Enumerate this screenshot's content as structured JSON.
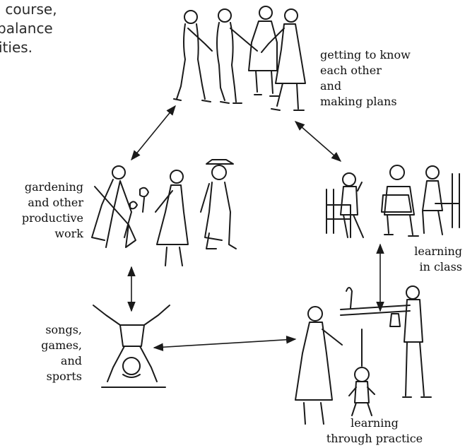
{
  "intro_text": [
    "he course,",
    "balance",
    "ities."
  ],
  "nodes": {
    "getting_to_know": [
      "getting to know",
      "each other",
      "and",
      "making plans"
    ],
    "gardening": [
      "gardening",
      "and other",
      "productive",
      "work"
    ],
    "learning_in_class": [
      "learning",
      "in class"
    ],
    "songs": [
      "songs,",
      "games,",
      "and",
      "sports"
    ],
    "learning_practice": [
      "learning",
      "through practice"
    ]
  },
  "illustrations": [
    "people-holding-hands-icon",
    "people-gardening-icon",
    "people-in-class-icon",
    "person-handstand-icon",
    "people-weighing-baby-icon"
  ]
}
